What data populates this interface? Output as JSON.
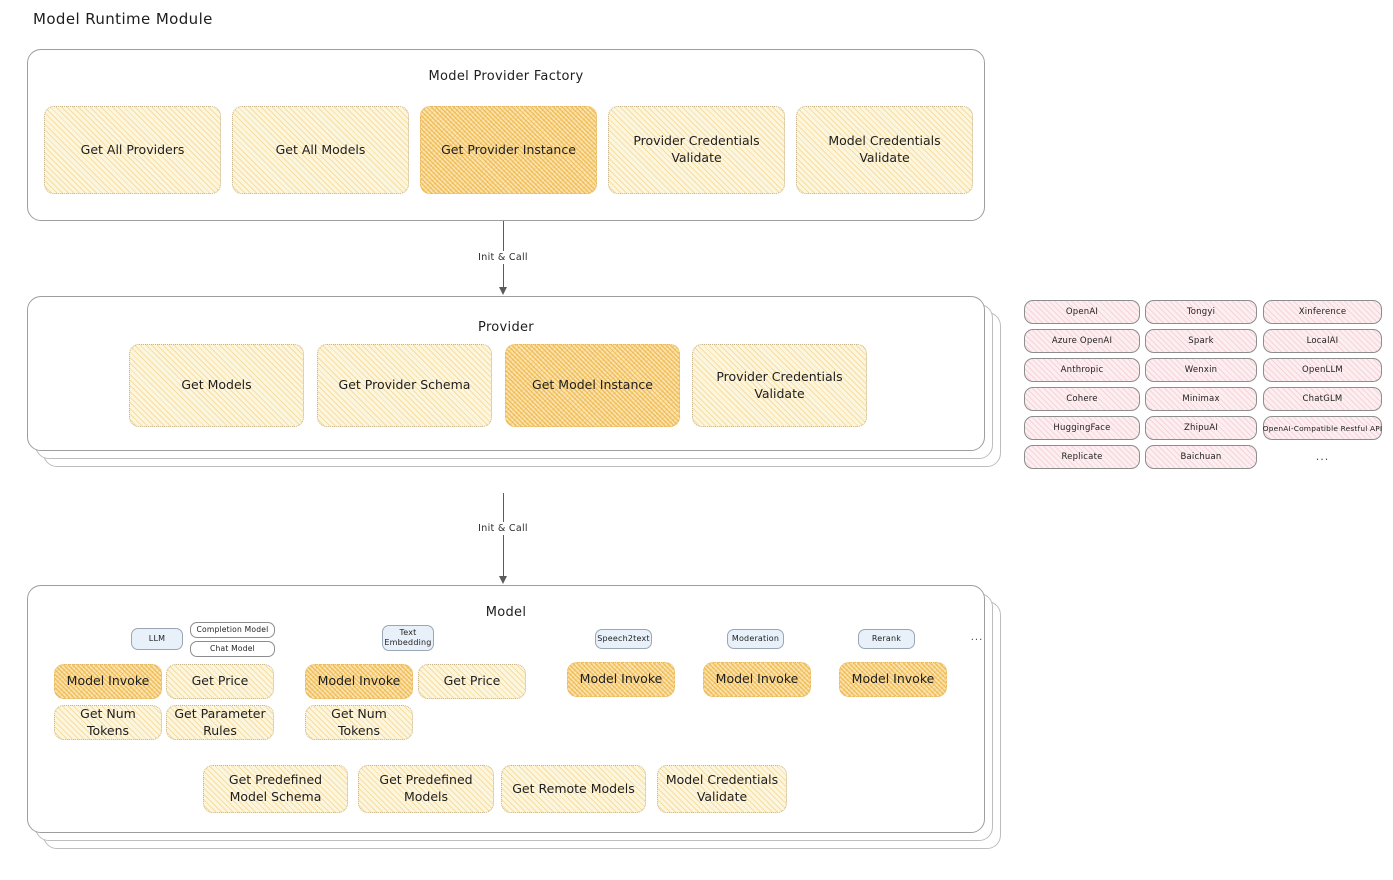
{
  "page": {
    "title": "Model Runtime Module"
  },
  "factory": {
    "title": "Model Provider Factory",
    "boxes": [
      {
        "label": "Get All Providers",
        "highlight": false
      },
      {
        "label": "Get All Models",
        "highlight": false
      },
      {
        "label": "Get Provider Instance",
        "highlight": true
      },
      {
        "label": "Provider Credentials Validate",
        "highlight": false
      },
      {
        "label": "Model Credentials Validate",
        "highlight": false
      }
    ]
  },
  "arrow1": {
    "label": "Init & Call"
  },
  "provider": {
    "title": "Provider",
    "boxes": [
      {
        "label": "Get Models",
        "highlight": false
      },
      {
        "label": "Get Provider Schema",
        "highlight": false
      },
      {
        "label": "Get Model Instance",
        "highlight": true
      },
      {
        "label": "Provider Credentials Validate",
        "highlight": false
      }
    ]
  },
  "arrow2": {
    "label": "Init & Call"
  },
  "provider_list": {
    "ellipsis": "...",
    "columns": [
      [
        "OpenAI",
        "Azure OpenAI",
        "Anthropic",
        "Cohere",
        "HuggingFace",
        "Replicate"
      ],
      [
        "Tongyi",
        "Spark",
        "Wenxin",
        "Minimax",
        "ZhipuAI",
        "Baichuan"
      ],
      [
        "Xinference",
        "LocalAI",
        "OpenLLM",
        "ChatGLM",
        "OpenAI-Compatible Restful API"
      ]
    ]
  },
  "model": {
    "title": "Model",
    "ellipsis": "...",
    "types": [
      {
        "badge": "LLM",
        "sub_badges": [
          "Completion Model",
          "Chat Model"
        ],
        "boxes": [
          {
            "label": "Model Invoke",
            "highlight": true
          },
          {
            "label": "Get Price",
            "highlight": false
          },
          {
            "label": "Get Num Tokens",
            "highlight": false
          },
          {
            "label": "Get Parameter Rules",
            "highlight": false
          }
        ]
      },
      {
        "badge": "Text Embedding",
        "sub_badges": [],
        "boxes": [
          {
            "label": "Model Invoke",
            "highlight": true
          },
          {
            "label": "Get Price",
            "highlight": false
          },
          {
            "label": "Get Num Tokens",
            "highlight": false
          }
        ]
      },
      {
        "badge": "Speech2text",
        "sub_badges": [],
        "boxes": [
          {
            "label": "Model Invoke",
            "highlight": true
          }
        ]
      },
      {
        "badge": "Moderation",
        "sub_badges": [],
        "boxes": [
          {
            "label": "Model Invoke",
            "highlight": true
          }
        ]
      },
      {
        "badge": "Rerank",
        "sub_badges": [],
        "boxes": [
          {
            "label": "Model Invoke",
            "highlight": true
          }
        ]
      }
    ],
    "common_boxes": [
      {
        "label": "Get Predefined Model Schema"
      },
      {
        "label": "Get Predefined Models"
      },
      {
        "label": "Get Remote Models"
      },
      {
        "label": "Model Credentials Validate"
      }
    ]
  },
  "colors": {
    "box_fill": "#fdf6df",
    "box_fill_highlight": "#fbe4b0",
    "box_hatch": "#f0c86e",
    "box_hatch_highlight": "#ebac34",
    "pill_fill": "#fdeff1",
    "badge_fill": "#e8f1fa",
    "card_border": "#9e9e9e",
    "arrow": "#5b5b5b",
    "text": "#1e1e1e",
    "background": "#ffffff"
  }
}
